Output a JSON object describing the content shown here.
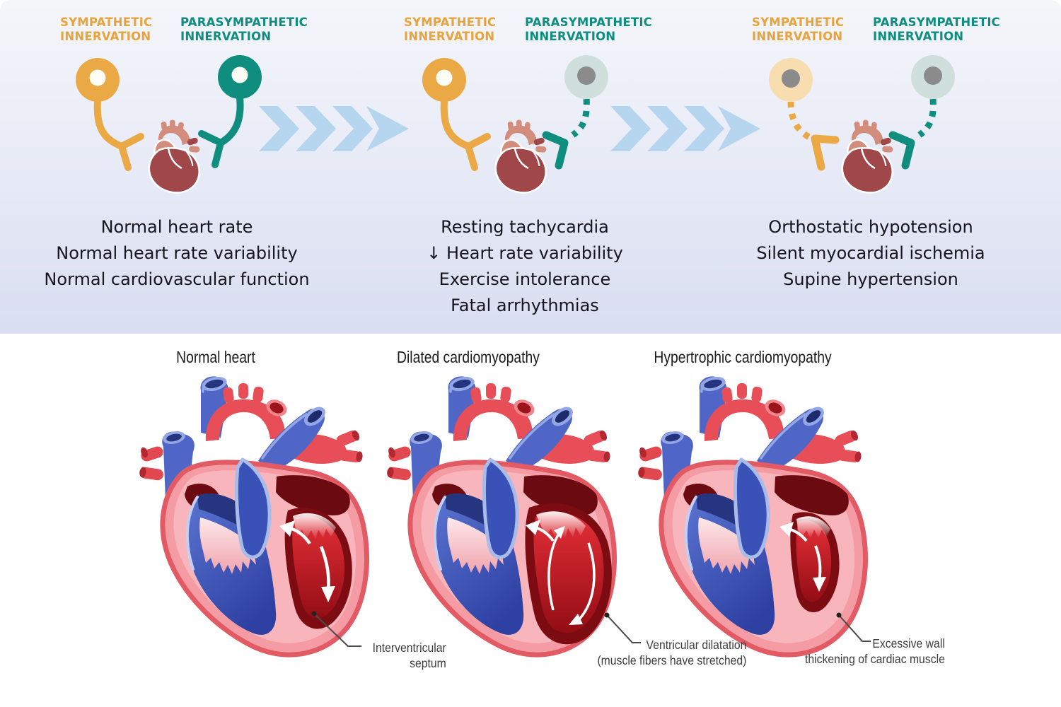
{
  "top_panel": {
    "stages": [
      {
        "stage": "normal-innervation",
        "sympathetic_label": {
          "line1": "SYMPATHETIC",
          "line2": "INNERVATION"
        },
        "parasympathetic_label": {
          "line1": "PARASYMPATHETIC",
          "line2": "INNERVATION"
        },
        "findings": [
          "Normal heart rate",
          "Normal heart rate variability",
          "Normal cardiovascular function"
        ]
      },
      {
        "stage": "parasympathetic-denervation",
        "sympathetic_label": {
          "line1": "SYMPATHETIC",
          "line2": "INNERVATION"
        },
        "parasympathetic_label": {
          "line1": "PARASYMPATHETIC",
          "line2": "INNERVATION"
        },
        "findings": [
          "Resting tachycardia",
          "↓ Heart rate variability",
          "Exercise intolerance",
          "Fatal arrhythmias"
        ]
      },
      {
        "stage": "combined-denervation",
        "sympathetic_label": {
          "line1": "SYMPATHETIC",
          "line2": "INNERVATION"
        },
        "parasympathetic_label": {
          "line1": "PARASYMPATHETIC",
          "line2": "INNERVATION"
        },
        "findings": [
          "Orthostatic hypotension",
          "Silent myocardial ischemia",
          "Supine hypertension"
        ]
      }
    ]
  },
  "bottom_panel": {
    "hearts": [
      {
        "title": "Normal heart",
        "annotation_lines": [
          "Interventricular",
          "septum"
        ]
      },
      {
        "title": "Dilated cardiomyopathy",
        "annotation_lines": [
          "Ventricular dilatation",
          "(muscle fibers have stretched)"
        ]
      },
      {
        "title": "Hypertrophic cardiomyopathy",
        "annotation_lines": [
          "Excessive wall",
          "thickening of cardiac muscle"
        ]
      }
    ]
  },
  "icons": {
    "progression": "chevron-right-arrows",
    "active_neuron": "filled-circle-neuron",
    "denervated_neuron": "faded-circle-neuron-with-gray-core",
    "heart": "anatomical-heart"
  },
  "colors": {
    "sympathetic_orange": "#e7a33c",
    "parasympathetic_teal": "#0f8d7f",
    "faded_sympathetic": "#f7ddb0",
    "faded_parasympathetic": "#cfe0dc",
    "inactive_neuron_gray": "#8b8b8b",
    "progression_arrow_blue": "#b5d6ee",
    "panel_background": "#dde2f3",
    "heart_muscle_pink": "#f49ba4",
    "heart_border_red": "#e15a64",
    "ventricle_red": "#d7202a",
    "chamber_blue": "#4f66c6",
    "findings_text": "#15151e"
  }
}
